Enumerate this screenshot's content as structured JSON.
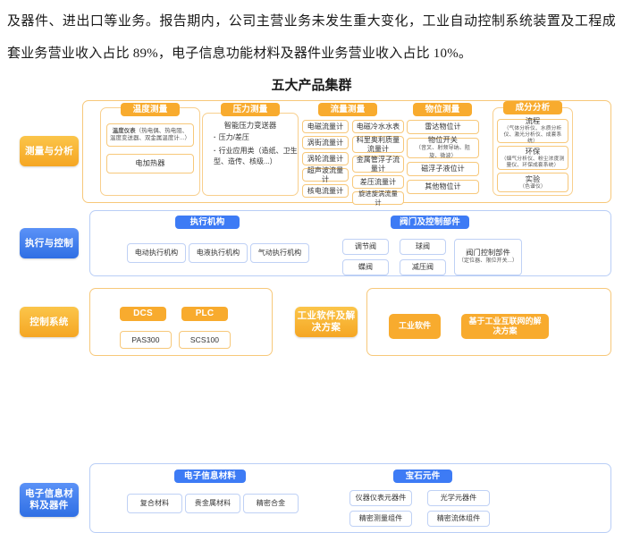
{
  "paragraph": "及器件、进出口等业务。报告期内，公司主营业务未发生重大变化，工业自动控制系统装置及工程成套业务营业收入占比 89%，电子信息功能材料及器件业务营业收入占比 10%。",
  "figure_title": "五大产品集群",
  "colors": {
    "orange_label": "#f5a623",
    "orange_chip": "#f8ab2e",
    "blue_label": "#2f6fe4",
    "blue_chip": "#3d7bf5",
    "orange_border": "#f7c87a",
    "blue_border": "#bfd1f5"
  },
  "rows": [
    {
      "label": "测量与分析",
      "theme": "orange",
      "groups": [
        {
          "chip": "温度测量",
          "items": [
            {
              "head": "温度仪表",
              "sub": "（热电偶、热电阻、温度变送器、双金属温度计...）"
            },
            {
              "head": "电加热器",
              "sub": ""
            }
          ]
        },
        {
          "chip": "压力测量",
          "head": "智能压力变送器",
          "bullets": [
            "压力/差压",
            "行业应用类（造纸、卫生型、造传、核级...）"
          ]
        },
        {
          "chip": "流量测量",
          "grid": [
            "电磁流量计",
            "电磁冷水水表",
            "涡街流量计",
            "科里奥利质量流量计",
            "涡轮流量计",
            "金属管浮子流量计",
            "超声波流量计",
            "差压流量计",
            "核电流量计",
            "旋进旋涡流量计"
          ]
        },
        {
          "chip": "物位测量",
          "items": [
            {
              "head": "雷达物位计",
              "sub": ""
            },
            {
              "head": "物位开关",
              "sub": "（音叉、射频导纳、阻旋、微波）"
            },
            {
              "head": "磁浮子液位计",
              "sub": ""
            },
            {
              "head": "其他物位计",
              "sub": ""
            }
          ]
        },
        {
          "chip": "成分分析",
          "items": [
            {
              "head": "流程",
              "sub": "（气体分析仪、水质分析仪、激光分析仪、成套系统）"
            },
            {
              "head": "环保",
              "sub": "（烟气分析仪、粉尘浓度测量仪、环保成套系统）"
            },
            {
              "head": "实验",
              "sub": "（色谱仪）"
            }
          ]
        }
      ]
    },
    {
      "label": "执行与控制",
      "theme": "blue",
      "groups": [
        {
          "chip": "执行机构",
          "row_items": [
            "电动执行机构",
            "电液执行机构",
            "气动执行机构"
          ]
        },
        {
          "chip": "阀门及控制部件",
          "grid": [
            "调节阀",
            "球阀",
            "蝶阀",
            "减压阀"
          ],
          "wide": {
            "head": "阀门控制部件",
            "sub": "（定位器、限位开关...）"
          }
        }
      ]
    },
    {
      "label": "控制系统",
      "theme": "orange",
      "groups": [
        {
          "chips": [
            "DCS",
            "PLC"
          ],
          "unders": [
            "PAS300",
            "SCS100"
          ]
        }
      ],
      "second_label": "工业软件及解决方案",
      "second_groups": [
        {
          "solids": [
            "工业软件",
            "基于工业互联网的解决方案"
          ]
        }
      ]
    },
    {
      "label": "电子信息材料及器件",
      "theme": "blue",
      "groups": [
        {
          "chip": "电子信息材料",
          "row_items": [
            "复合材料",
            "贵金属材料",
            "精密合金"
          ]
        },
        {
          "chip": "宝石元件",
          "grid": [
            "仪器仪表元器件",
            "光学元器件",
            "精密测量组件",
            "精密流体组件"
          ]
        }
      ]
    }
  ]
}
